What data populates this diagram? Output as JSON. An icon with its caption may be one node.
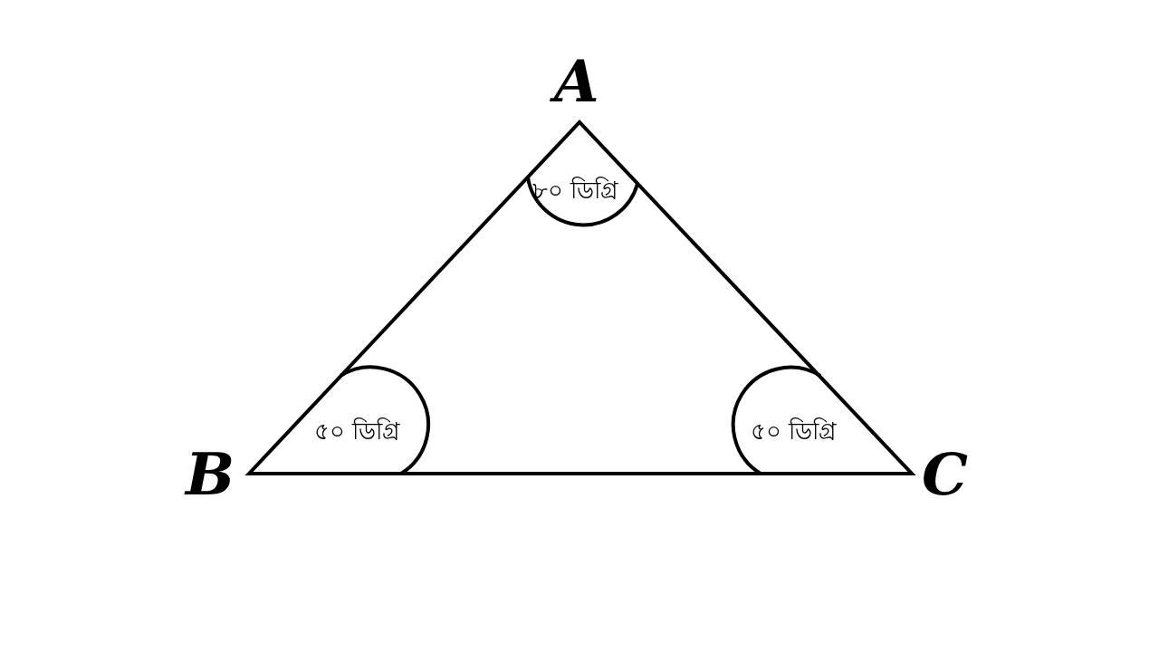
{
  "diagram": {
    "labels": [
      "A",
      "৮০ ডিগ্রি",
      "B",
      "৫০ ডিগ্রি",
      "৫০ ডিগ্রি",
      "C"
    ]
  }
}
